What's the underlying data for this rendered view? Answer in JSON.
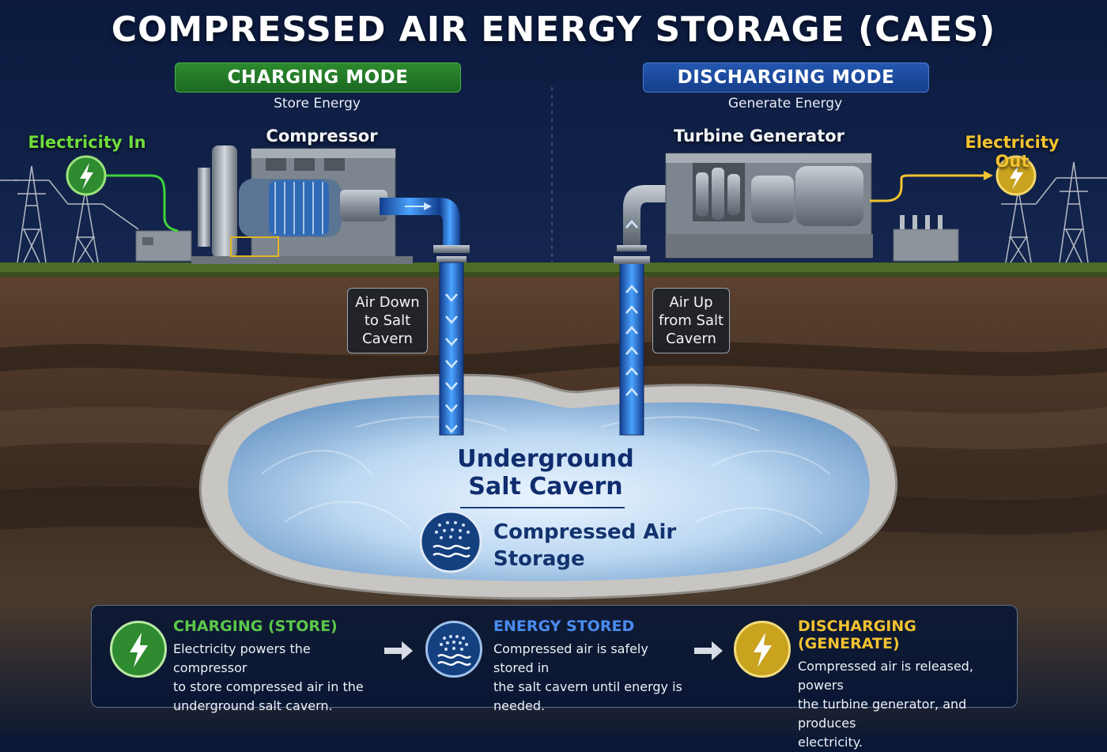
{
  "title": "COMPRESSED AIR ENERGY STORAGE (CAES)",
  "charging": {
    "mode_label": "CHARGING MODE",
    "subtitle": "Store Energy",
    "machine_label": "Compressor",
    "electricity_label": "Electricity In",
    "air_label_lines": [
      "Air Down",
      "to Salt",
      "Cavern"
    ]
  },
  "discharging": {
    "mode_label": "DISCHARGING MODE",
    "subtitle": "Generate Energy",
    "machine_label": "Turbine Generator",
    "electricity_label": "Electricity Out",
    "air_label_lines": [
      "Air Up",
      "from Salt",
      "Cavern"
    ]
  },
  "cavern": {
    "title_lines": [
      "Underground",
      "Salt Cavern"
    ],
    "storage_lines": [
      "Compressed Air",
      "Storage"
    ]
  },
  "steps": [
    {
      "heading": "CHARGING (STORE)",
      "text_lines": [
        "Electricity powers the compressor",
        "to store compressed air in the",
        "underground salt cavern."
      ],
      "icon": "lightning-icon",
      "color": "#2e8b2f"
    },
    {
      "heading": "ENERGY STORED",
      "text_lines": [
        "Compressed air is safely stored in",
        "the salt cavern until energy is",
        "needed."
      ],
      "icon": "air-storage-icon",
      "color": "#1d4f9c"
    },
    {
      "heading": "DISCHARGING (GENERATE)",
      "text_lines": [
        "Compressed air is released, powers",
        "the turbine generator, and produces",
        "electricity."
      ],
      "icon": "lightning-icon",
      "color": "#c9a21e"
    }
  ],
  "colors": {
    "charge_green": "#2e8b2f",
    "discharge_blue": "#1d4f9c",
    "electricity_out_yellow": "#f2c230",
    "airflow_blue": "#2f7fe6",
    "sky_navy": "#0a1838"
  }
}
